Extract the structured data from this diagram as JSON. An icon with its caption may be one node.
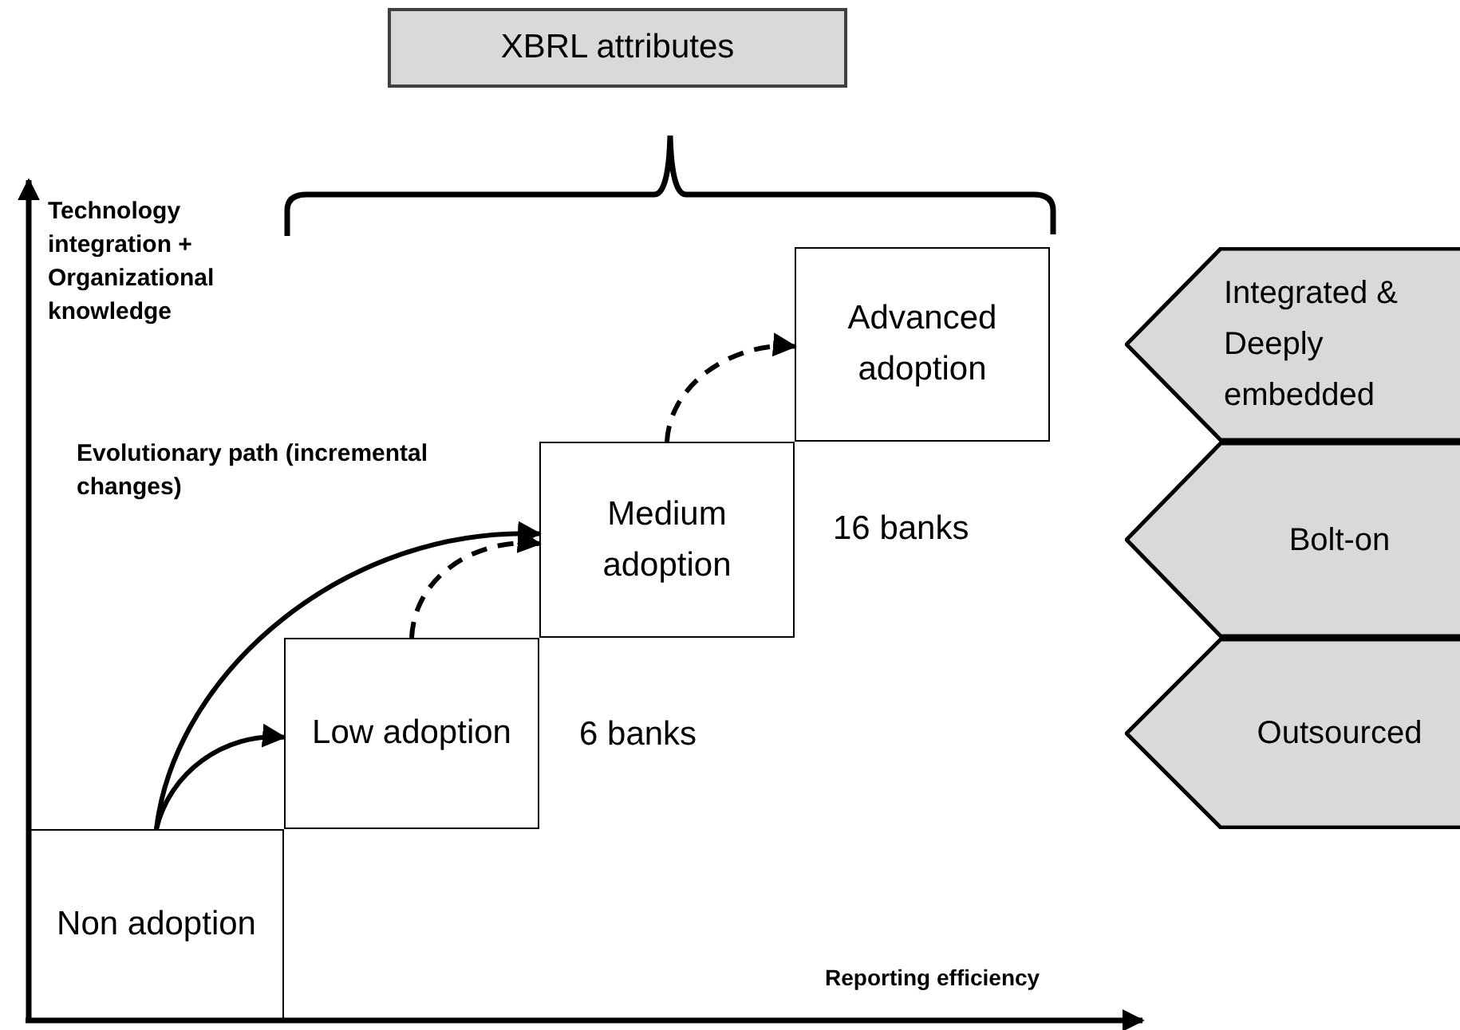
{
  "diagram": {
    "nodes": [
      {
        "text": [
          "XBRL attributes"
        ]
      },
      {
        "text": [
          "Non adoption"
        ]
      },
      {
        "text": [
          "Low adoption"
        ]
      },
      {
        "text": [
          "Medium adoption"
        ]
      },
      {
        "text": [
          "Advanced adoption"
        ]
      },
      {
        "text": [
          "Integrated & Deeply embedded"
        ]
      },
      {
        "text": [
          "Bolt-on"
        ]
      },
      {
        "text": [
          "Outsourced"
        ]
      }
    ],
    "edges": [
      {
        "from": 1,
        "to": 2,
        "arrow": "to"
      },
      {
        "from": 1,
        "to": 3,
        "arrow": "to"
      },
      {
        "from": 2,
        "to": 3,
        "arrow": "to",
        "style": "dashed"
      },
      {
        "from": 3,
        "to": 4,
        "arrow": "to",
        "style": "dashed"
      }
    ],
    "labels": [
      "Technology integration + Organizational knowledge",
      "Evolutionary path (incremental changes)",
      "6 banks",
      "16 banks",
      "Reporting efficiency"
    ]
  }
}
